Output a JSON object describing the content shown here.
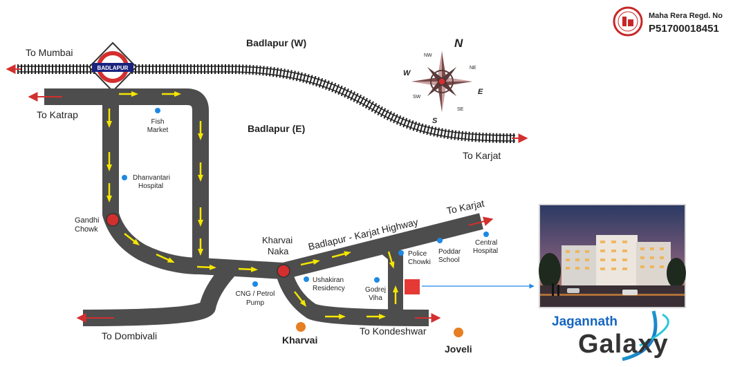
{
  "header": {
    "rera_label": "Maha Rera Regd. No",
    "rera_number": "P51700018451"
  },
  "station": {
    "name": "BADLAPUR"
  },
  "areas": {
    "west": "Badlapur (W)",
    "east": "Badlapur (E)"
  },
  "compass": {
    "n": "N",
    "s": "S",
    "e": "E",
    "w": "W",
    "ne": "NE",
    "nw": "NW",
    "se": "SE",
    "sw": "SW"
  },
  "directions": {
    "mumbai": "To Mumbai",
    "katrap": "To Katrap",
    "karjat_rail": "To Karjat",
    "karjat_road": "To Karjat",
    "dombivali": "To Dombivali",
    "kondeshwar": "To Kondeshwar"
  },
  "highway": "Badlapur - Karjat Highway",
  "junctions": {
    "gandhi_chowk_1": "Gandhi",
    "gandhi_chowk_2": "Chowk",
    "kharvai_naka_1": "Kharvai",
    "kharvai_naka_2": "Naka"
  },
  "landmarks": {
    "fish_market_1": "Fish",
    "fish_market_2": "Market",
    "dhanvantari_1": "Dhanvantari",
    "dhanvantari_2": "Hospital",
    "cng_1": "CNG / Petrol",
    "cng_2": "Pump",
    "ushakiran_1": "Ushakiran",
    "ushakiran_2": "Residency",
    "godrej_1": "Godrej",
    "godrej_2": "Viha",
    "police_1": "Police",
    "police_2": "Chowki",
    "poddar_1": "Poddar",
    "poddar_2": "School",
    "central_1": "Central",
    "central_2": "Hospital"
  },
  "villages": {
    "kharvai": "Kharvai",
    "joveli": "Joveli"
  },
  "brand": {
    "line1": "Jagannath",
    "line2": "Galaxy"
  },
  "colors": {
    "road": "#4d4d4d",
    "arrow": "#f5e600",
    "direction_arrow": "#d32f2f",
    "landmark_dot": "#1e88e5",
    "junction": "#d32f2f",
    "village_dot": "#e67e22",
    "site_marker": "#e53935",
    "brand_blue": "#1565c0",
    "brand_dark": "#333333"
  }
}
